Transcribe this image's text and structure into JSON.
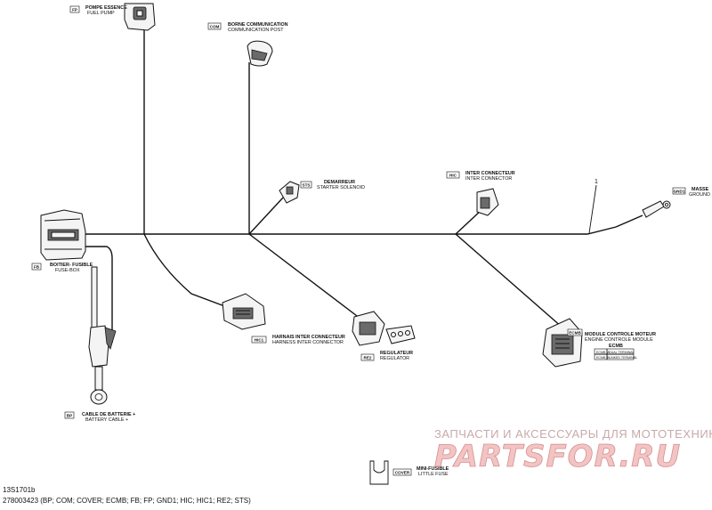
{
  "components": {
    "fp": {
      "code": "FP",
      "fr": "POMPE ESSENCE",
      "en": "FUEL PUMP"
    },
    "com": {
      "code": "COM",
      "fr": "BORNE COMMUNICATION",
      "en": "COMMUNICATION POST"
    },
    "sts": {
      "code": "STS",
      "fr": "DEMARREUR",
      "en": "STARTER SOLENOID"
    },
    "hic": {
      "code": "HIC",
      "fr": "INTER CONNECTEUR",
      "en": "INTER CONNECTOR"
    },
    "gnd1": {
      "code": "GND1",
      "fr": "MASSE",
      "en": "GROUND"
    },
    "fb": {
      "code": "FB",
      "fr": "BOITIER- FUSIBLE",
      "en": "FUSE-BOX"
    },
    "hic1": {
      "code": "HIC1",
      "fr": "HARNAIS INTER CONNECTEUR",
      "en": "HARNESS INTER CONNECTOR"
    },
    "re2": {
      "code": "RE2",
      "fr": "REGULATEUR",
      "en": "REGULATOR"
    },
    "ecmb": {
      "code": "ECMB",
      "fr": "MODULE CONTROLE MOTEUR",
      "en": "ENGINE CONTROLE MODULE",
      "sub": "ECMB",
      "rows": [
        {
          "code": "ECMB_A",
          "text": "DUAL TERMINAL"
        },
        {
          "code": "ECMB_B",
          "text": "LINKED TERMINAL"
        }
      ]
    },
    "bp": {
      "code": "BP",
      "fr": "CABLE DE BATTERIE +",
      "en": "BATTERY CABLE +"
    },
    "cover": {
      "code": "COVER",
      "fr": "MINI-FUSIBLE",
      "en": "LITTLE FUSE"
    }
  },
  "callout": "1",
  "footer": {
    "line1": "13S1701b",
    "line2": "278003423 (BP; COM; COVER; ECMB; FB; FP; GND1; HIC; HIC1; RE2; STS)"
  },
  "watermark": {
    "tagline": "ЗАПЧАСТИ И АКСЕССУАРЫ ДЛЯ МОТОТЕХНИКИ",
    "brand": "PARTSFOR.RU"
  }
}
